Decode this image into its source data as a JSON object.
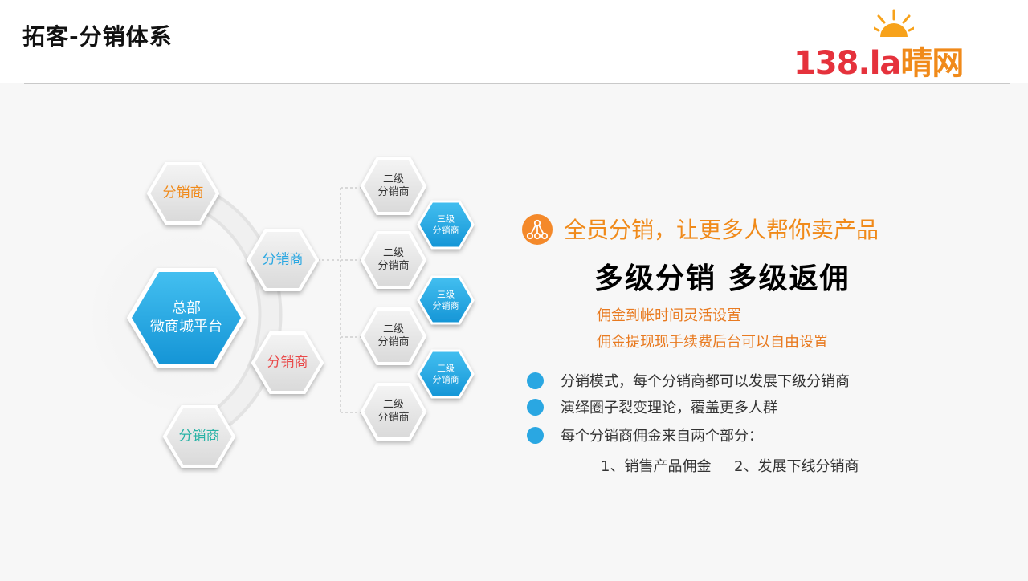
{
  "header": {
    "title": "拓客-分销体系",
    "logo": {
      "number": "138.la",
      "name": "晴网",
      "icon": "sun-icon"
    }
  },
  "diagram": {
    "hub": {
      "line1": "总部",
      "line2": "微商城平台",
      "color": "#2aace6"
    },
    "distributors": [
      {
        "label": "分销商",
        "color": "#f08a1a"
      },
      {
        "label": "分销商",
        "color": "#2aa7e2"
      },
      {
        "label": "分销商",
        "color": "#e94a4a"
      },
      {
        "label": "分销商",
        "color": "#2ab3a6"
      }
    ],
    "second_level": [
      {
        "line1": "二级",
        "line2": "分销商"
      },
      {
        "line1": "二级",
        "line2": "分销商"
      },
      {
        "line1": "二级",
        "line2": "分销商"
      },
      {
        "line1": "二级",
        "line2": "分销商"
      }
    ],
    "third_level": [
      {
        "line1": "三级",
        "line2": "分销商"
      },
      {
        "line1": "三级",
        "line2": "分销商"
      },
      {
        "line1": "三级",
        "line2": "分销商"
      }
    ]
  },
  "content": {
    "subtitle": "全员分销，让更多人帮你卖产品",
    "subtitle_icon": "network-icon",
    "headline": "多级分销 多级返佣",
    "notes": [
      "佣金到帐时间灵活设置",
      "佣金提现现手续费后台可以自由设置"
    ],
    "bullets": [
      "分销模式，每个分销商都可以发展下级分销商",
      "演绎圈子裂变理论，覆盖更多人群",
      "每个分销商佣金来自两个部分："
    ],
    "parts": "1、销售产品佣金     2、发展下线分销商"
  },
  "colors": {
    "orange": "#f08a1a",
    "blue": "#2aa7e2",
    "hex_gray": "#e4e4e4"
  }
}
